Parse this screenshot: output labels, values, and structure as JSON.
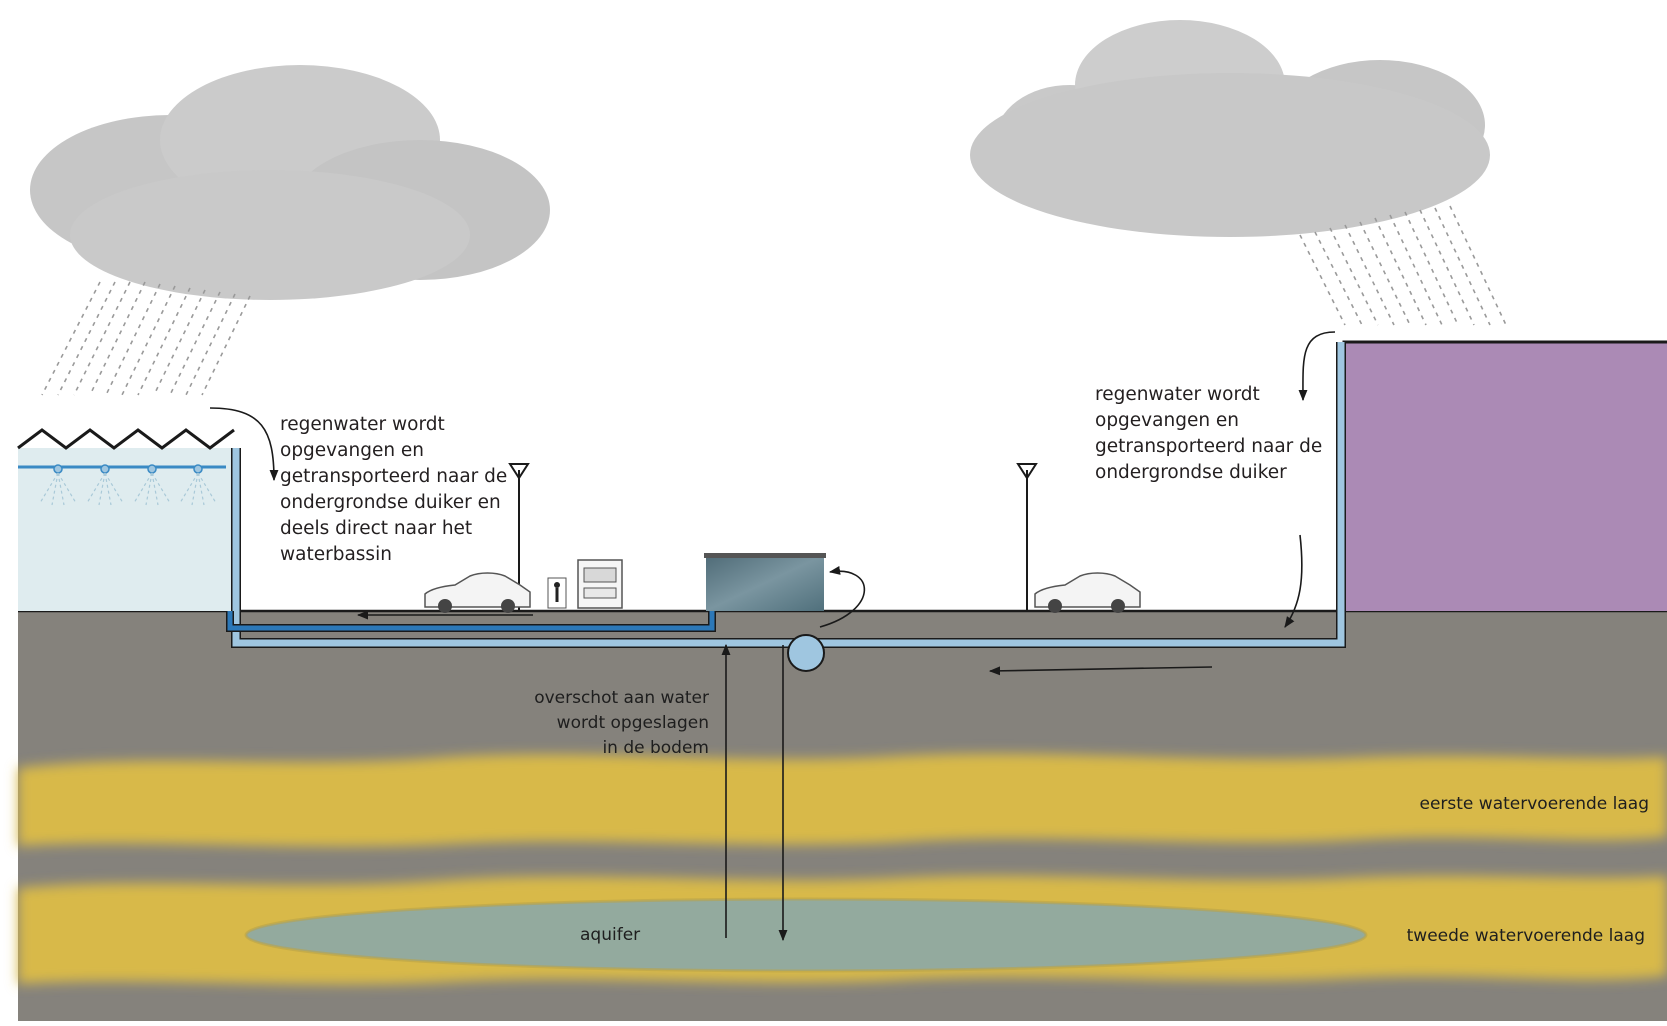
{
  "labels": {
    "left_callout": [
      "regenwater wordt",
      "opgevangen en",
      "getransporteerd naar de",
      "ondergrondse duiker en",
      "deels direct naar het",
      "waterbassin"
    ],
    "right_callout": [
      "regenwater wordt",
      "opgevangen en",
      "getransporteerd naar de",
      "ondergrondse duiker"
    ],
    "storage_note": [
      "overschot aan water",
      "wordt opgeslagen",
      "in de bodem"
    ],
    "first_layer": "eerste watervoerende laag",
    "second_layer": "tweede watervoerende laag",
    "aquifer": "aquifer"
  },
  "colors": {
    "soil": "#85827c",
    "sand_layer": "#d8b94a",
    "aquifer_water": "#8fa9a3",
    "greenhouse": "#dfecef",
    "building": "#ab8ab5",
    "pipe": "#9fc6e0",
    "pipe_dark": "#2c78b8",
    "basin": "#5a7580",
    "cloud": "#c8c8c8"
  },
  "icons": {
    "greenhouse": "greenhouse-icon",
    "building": "building-icon",
    "car": "car-icon",
    "truck": "truck-icon",
    "cyclist": "cyclist-icon",
    "streetlight": "streetlight-icon",
    "basin": "water-basin-icon",
    "pump": "pump-icon",
    "cloud": "rain-cloud-icon"
  }
}
